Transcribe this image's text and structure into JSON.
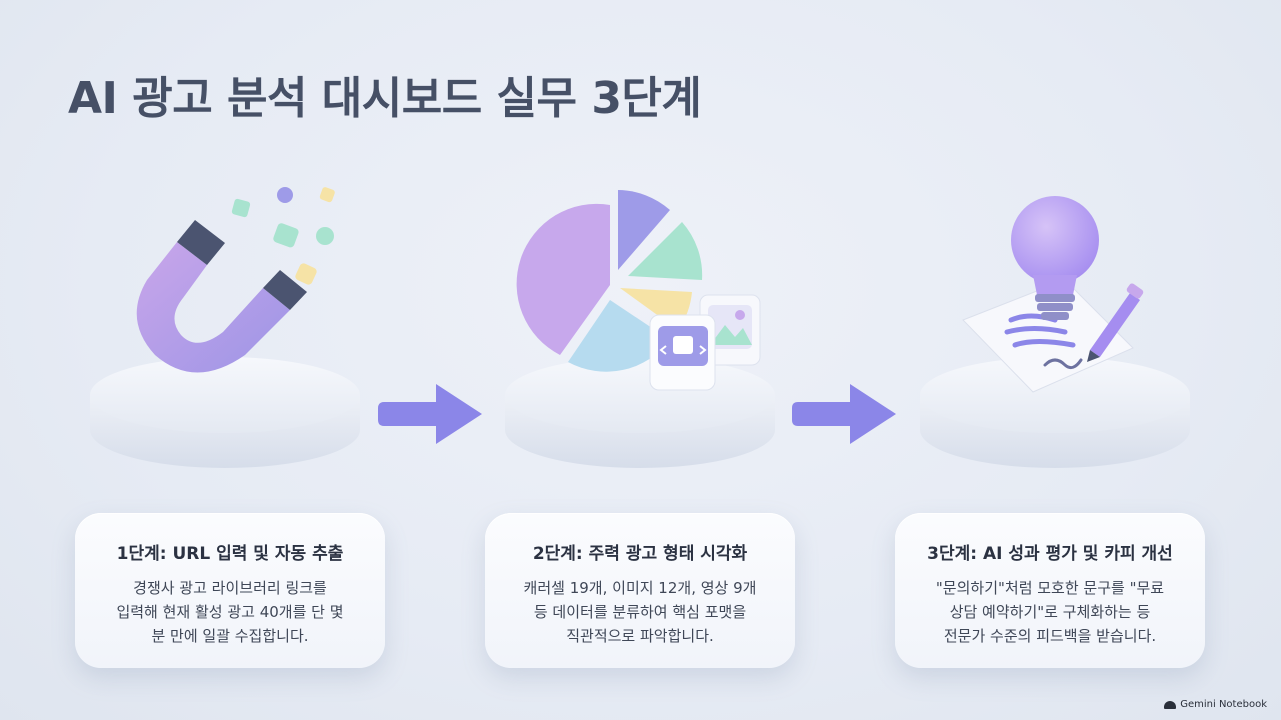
{
  "title": "AI 광고 분석 대시보드 실무 3단계",
  "steps": [
    {
      "title": "1단계: URL 입력 및 자동 추출",
      "lines": [
        "경쟁사 광고 라이브러리 링크를",
        "입력해 현재 활성 광고 40개를 단 몇",
        "분 만에 일괄 수집합니다."
      ],
      "icon": "magnet-icon"
    },
    {
      "title": "2단계: 주력 광고 형태 시각화",
      "lines": [
        "캐러셀 19개, 이미지 12개, 영상 9개",
        "등 데이터를 분류하여 핵심 포맷을",
        "직관적으로 파악합니다."
      ],
      "icon": "pie-chart-icon"
    },
    {
      "title": "3단계: AI 성과 평가 및 카피 개선",
      "lines": [
        "\"문의하기\"처럼 모호한 문구를 \"무료",
        "상담 예약하기\"로 구체화하는 등",
        "전문가 수준의 피드백을 받습니다."
      ],
      "icon": "lightbulb-icon"
    }
  ],
  "footer": "Gemini Notebook",
  "colors": {
    "accent": "#8b86e8",
    "lavender": "#c7a8ec",
    "mint": "#a8e3cf",
    "yellow": "#f6e3a6",
    "sky": "#b6dbef"
  }
}
